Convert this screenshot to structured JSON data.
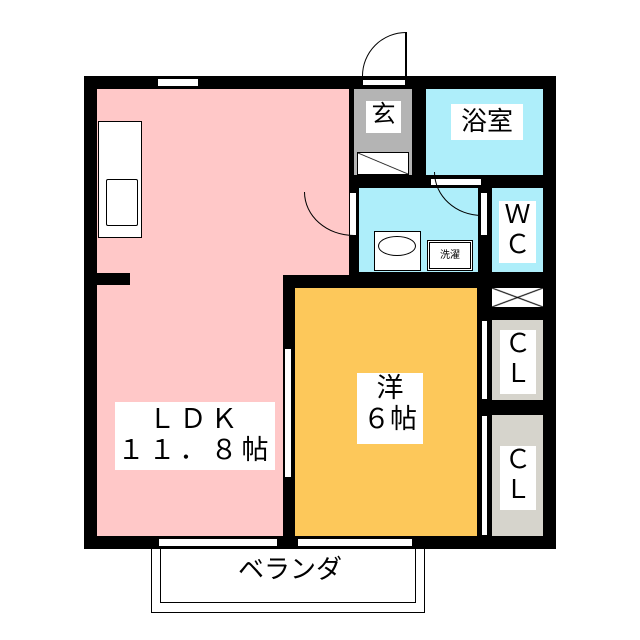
{
  "rooms": {
    "ldk": {
      "line1": "ＬＤＫ",
      "line2": "１１．８帖"
    },
    "western": {
      "line1": "洋",
      "line2": "６帖"
    },
    "entrance": {
      "label": "玄"
    },
    "bath": {
      "label": "浴室"
    },
    "wc": {
      "line1": "Ｗ",
      "line2": "Ｃ"
    },
    "closet1": {
      "line1": "Ｃ",
      "line2": "Ｌ"
    },
    "closet2": {
      "line1": "Ｃ",
      "line2": "Ｌ"
    },
    "washer": {
      "label": "洗濯"
    },
    "balcony": {
      "label": "ベランダ"
    }
  },
  "colors": {
    "ldk": "#ffc8c8",
    "western": "#fdc85a",
    "wet": "#aeeefa",
    "entrance": "#b4b4b4",
    "closet": "#d6d4cc"
  }
}
